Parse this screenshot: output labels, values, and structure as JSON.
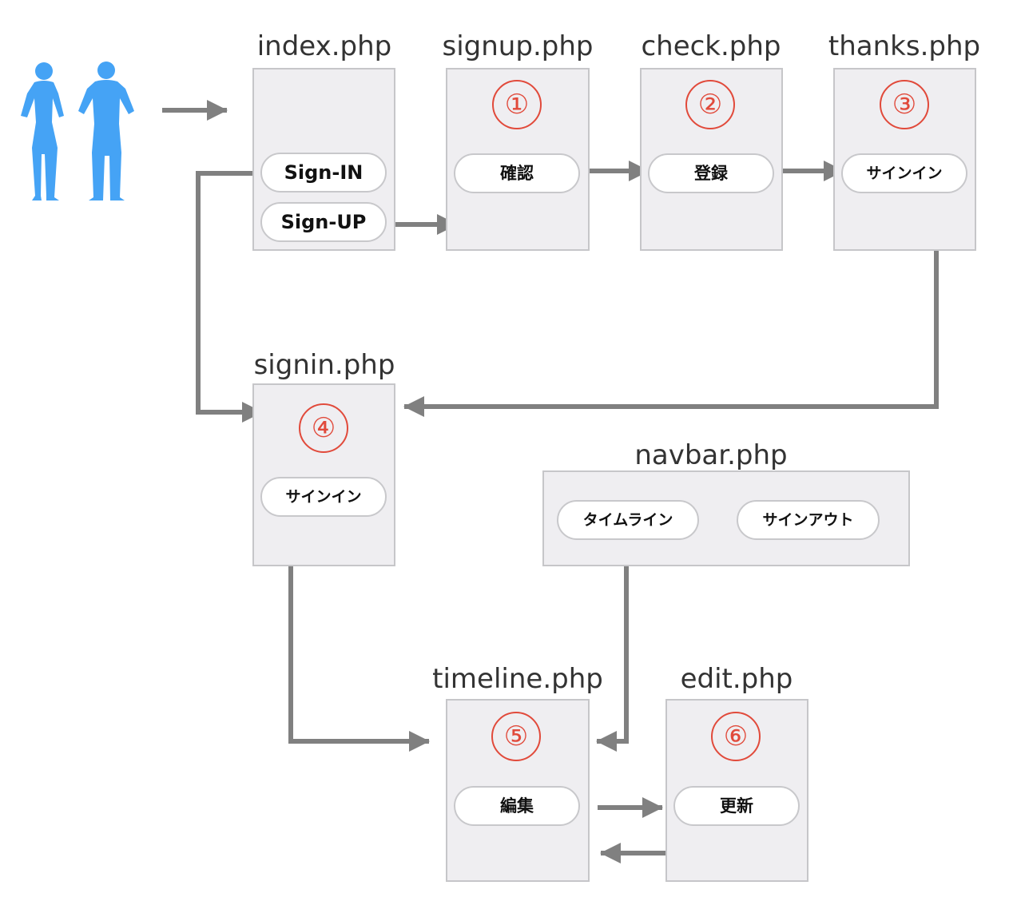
{
  "pages": {
    "index": {
      "title": "index.php",
      "buttons": [
        "Sign-IN",
        "Sign-UP"
      ]
    },
    "signup": {
      "title": "signup.php",
      "step": "①",
      "buttons": [
        "確認"
      ]
    },
    "check": {
      "title": "check.php",
      "step": "②",
      "buttons": [
        "登録"
      ]
    },
    "thanks": {
      "title": "thanks.php",
      "step": "③",
      "buttons": [
        "サインイン"
      ]
    },
    "signin": {
      "title": "signin.php",
      "step": "④",
      "buttons": [
        "サインイン"
      ]
    },
    "navbar": {
      "title": "navbar.php",
      "buttons": [
        "タイムライン",
        "サインアウト"
      ]
    },
    "timeline": {
      "title": "timeline.php",
      "step": "⑤",
      "buttons": [
        "編集"
      ]
    },
    "edit": {
      "title": "edit.php",
      "step": "⑥",
      "buttons": [
        "更新"
      ]
    }
  },
  "colors": {
    "box_fill": "#efeef1",
    "box_border": "#c6c6c9",
    "arrow": "#808080",
    "step_badge": "#e14a3b",
    "user_icon": "#45a3f5"
  },
  "icons": {
    "users": "two-people-silhouette-icon"
  }
}
